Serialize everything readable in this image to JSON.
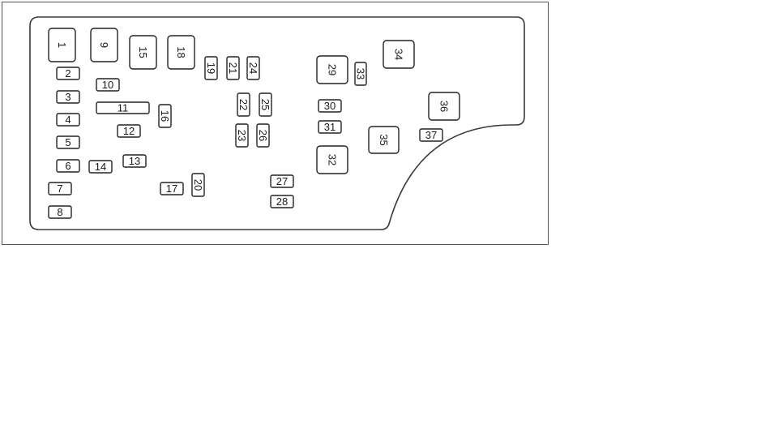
{
  "fuses": [
    {
      "id": "1",
      "label": "1",
      "rot": 90
    },
    {
      "id": "2",
      "label": "2",
      "rot": 0
    },
    {
      "id": "3",
      "label": "3",
      "rot": 0
    },
    {
      "id": "4",
      "label": "4",
      "rot": 0
    },
    {
      "id": "5",
      "label": "5",
      "rot": 0
    },
    {
      "id": "6",
      "label": "6",
      "rot": 0
    },
    {
      "id": "7",
      "label": "7",
      "rot": 0
    },
    {
      "id": "8",
      "label": "8",
      "rot": 0
    },
    {
      "id": "9",
      "label": "9",
      "rot": 90
    },
    {
      "id": "10",
      "label": "10",
      "rot": 0
    },
    {
      "id": "11",
      "label": "11",
      "rot": 0
    },
    {
      "id": "12",
      "label": "12",
      "rot": 0
    },
    {
      "id": "13",
      "label": "13",
      "rot": 0
    },
    {
      "id": "14",
      "label": "14",
      "rot": 0
    },
    {
      "id": "15",
      "label": "15",
      "rot": 90
    },
    {
      "id": "16",
      "label": "16",
      "rot": 90
    },
    {
      "id": "17",
      "label": "17",
      "rot": 0
    },
    {
      "id": "18",
      "label": "18",
      "rot": 90
    },
    {
      "id": "19",
      "label": "19",
      "rot": 90
    },
    {
      "id": "20",
      "label": "20",
      "rot": 90
    },
    {
      "id": "21",
      "label": "21",
      "rot": 90
    },
    {
      "id": "22",
      "label": "22",
      "rot": 90
    },
    {
      "id": "23",
      "label": "23",
      "rot": 90
    },
    {
      "id": "24",
      "label": "24",
      "rot": 90
    },
    {
      "id": "25",
      "label": "25",
      "rot": 90
    },
    {
      "id": "26",
      "label": "26",
      "rot": 90
    },
    {
      "id": "27",
      "label": "27",
      "rot": 0
    },
    {
      "id": "28",
      "label": "28",
      "rot": 0
    },
    {
      "id": "29",
      "label": "29",
      "rot": 90
    },
    {
      "id": "30",
      "label": "30",
      "rot": 0
    },
    {
      "id": "31",
      "label": "31",
      "rot": 0
    },
    {
      "id": "32",
      "label": "32",
      "rot": 90
    },
    {
      "id": "33",
      "label": "33",
      "rot": 90
    },
    {
      "id": "34",
      "label": "34",
      "rot": 90
    },
    {
      "id": "35",
      "label": "35",
      "rot": 90
    },
    {
      "id": "36",
      "label": "36",
      "rot": 90
    },
    {
      "id": "37",
      "label": "37",
      "rot": 0
    }
  ]
}
